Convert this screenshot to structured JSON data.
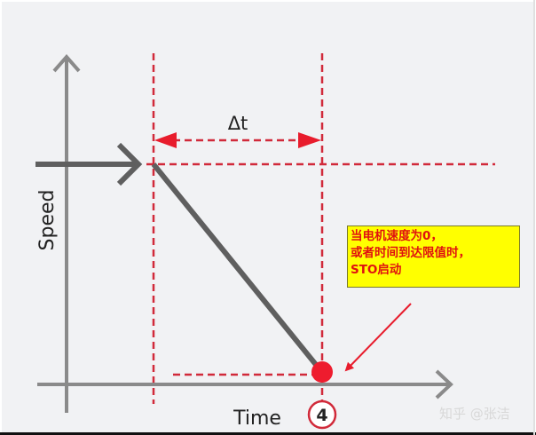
{
  "diagram": {
    "colors": {
      "background": "#f1f2f4",
      "axis": "#8a8a8a",
      "speed_line": "#5f5f5f",
      "dashed": "#d12a3a",
      "marker": "#ee1c2e",
      "callout_bg": "#ffff00",
      "callout_text": "#e01010"
    },
    "axes": {
      "y_label": "Speed",
      "x_label": "Time"
    },
    "delta_label": "Δt",
    "step_marker": "4",
    "callout": {
      "lines": [
        "当电机速度为0，",
        "或者时间到达限值时，",
        "STO启动"
      ]
    },
    "watermark": "知乎 @张洁"
  }
}
